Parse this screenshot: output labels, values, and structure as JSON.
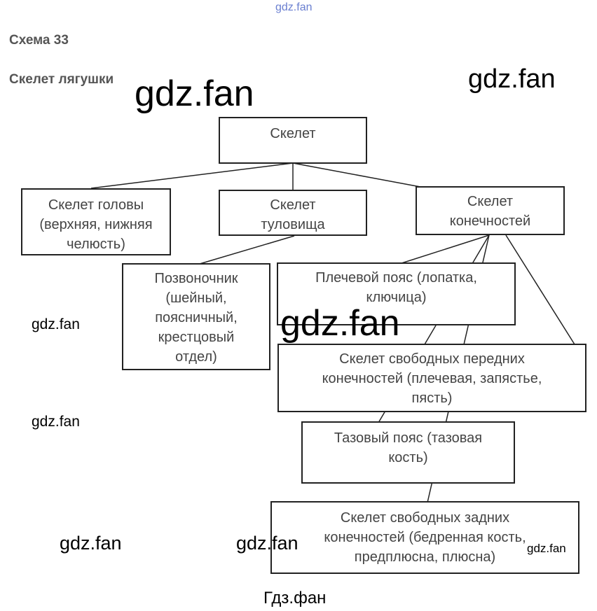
{
  "watermark_top": "gdz.fan",
  "heading": "Схема 33",
  "subheading": "Скелет лягушки",
  "watermarks": [
    "gdz.fan",
    "gdz.fan",
    "gdz.fan",
    "gdz.fan",
    "gdz.fan",
    "gdz.fan",
    "gdz.fan",
    "gdz.fan"
  ],
  "nodes": {
    "root": "Скелет",
    "head": "Скелет головы (верхняя, нижняя челюсть)",
    "trunk": "Скелет туловища",
    "limbs": "Скелет конечностей",
    "spine": "Позвоночник (шейный, поясничный, крестцовый отдел)",
    "shoulder": "Плечевой пояс (лопатка, ключица)",
    "front": "Скелет свободных передних конечностей (плечевая, запястье, пясть)",
    "pelvis": "Тазовый пояс (тазовая кость)",
    "hind": "Скелет свободных задних конечностей (бедренная кость, предплюсна, плюсна)"
  },
  "footer": "Гдз.фан"
}
